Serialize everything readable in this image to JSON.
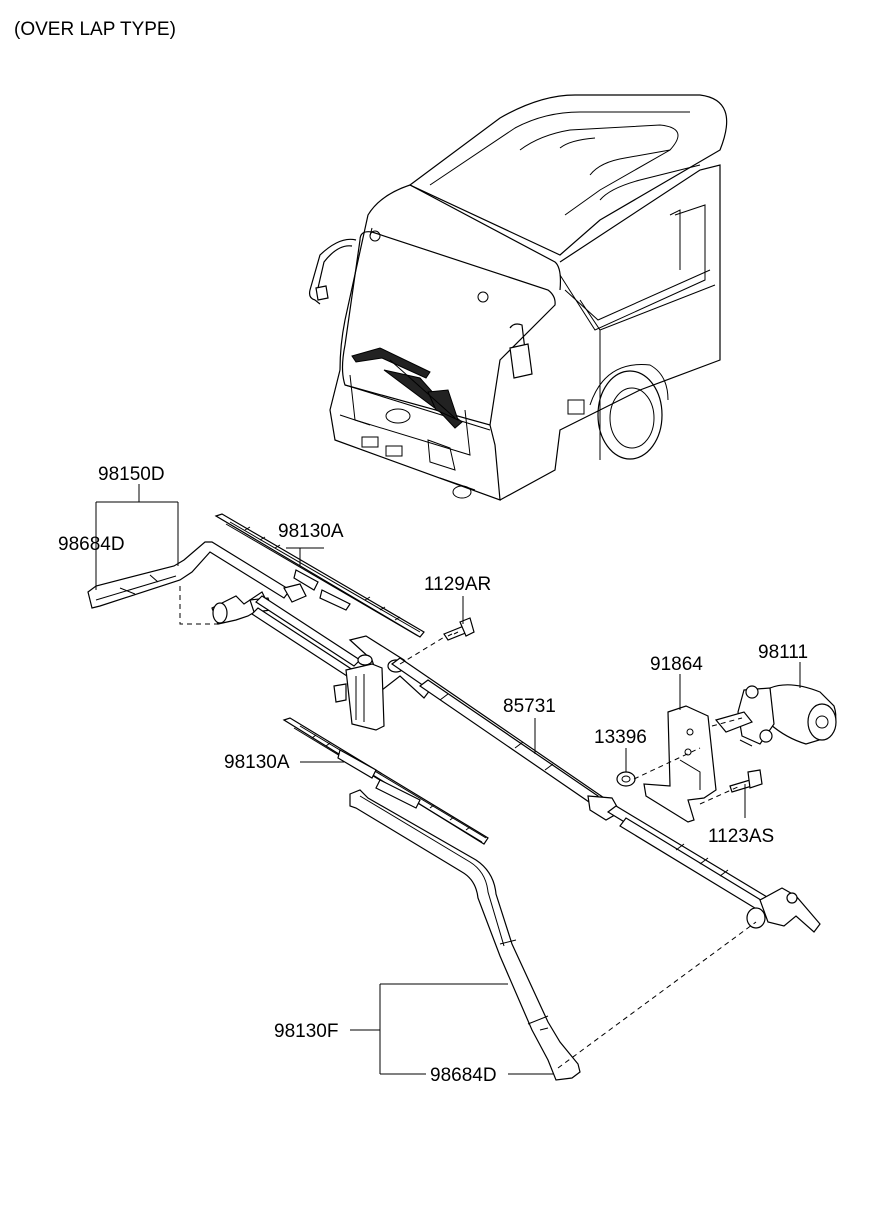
{
  "header": {
    "note": "(OVER LAP TYPE)"
  },
  "callouts": {
    "arm_assy_front_lh": "98150D",
    "cap_upper": "98684D",
    "blade_upper": "98130A",
    "bolt": "1129AR",
    "linkage": "85731",
    "bracket": "91864",
    "motor": "98111",
    "washer": "13396",
    "bolt_motor": "1123AS",
    "blade_lower": "98130A",
    "arm_assy_front_rh": "98130F",
    "cap_lower": "98684D"
  }
}
